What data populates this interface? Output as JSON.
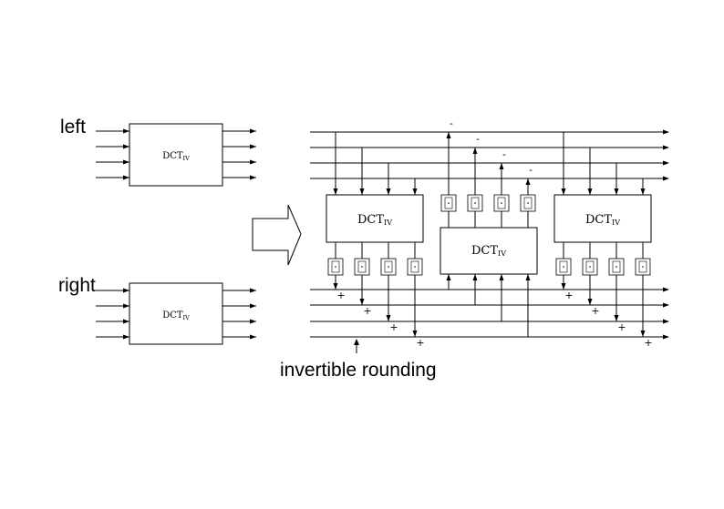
{
  "labels": {
    "left": "left",
    "right": "right",
    "caption": "invertible rounding"
  },
  "block": {
    "name": "DCT",
    "subscript": "IV"
  },
  "signs": {
    "minus": "-",
    "plus": "+"
  },
  "rounding_symbol": "[·]"
}
